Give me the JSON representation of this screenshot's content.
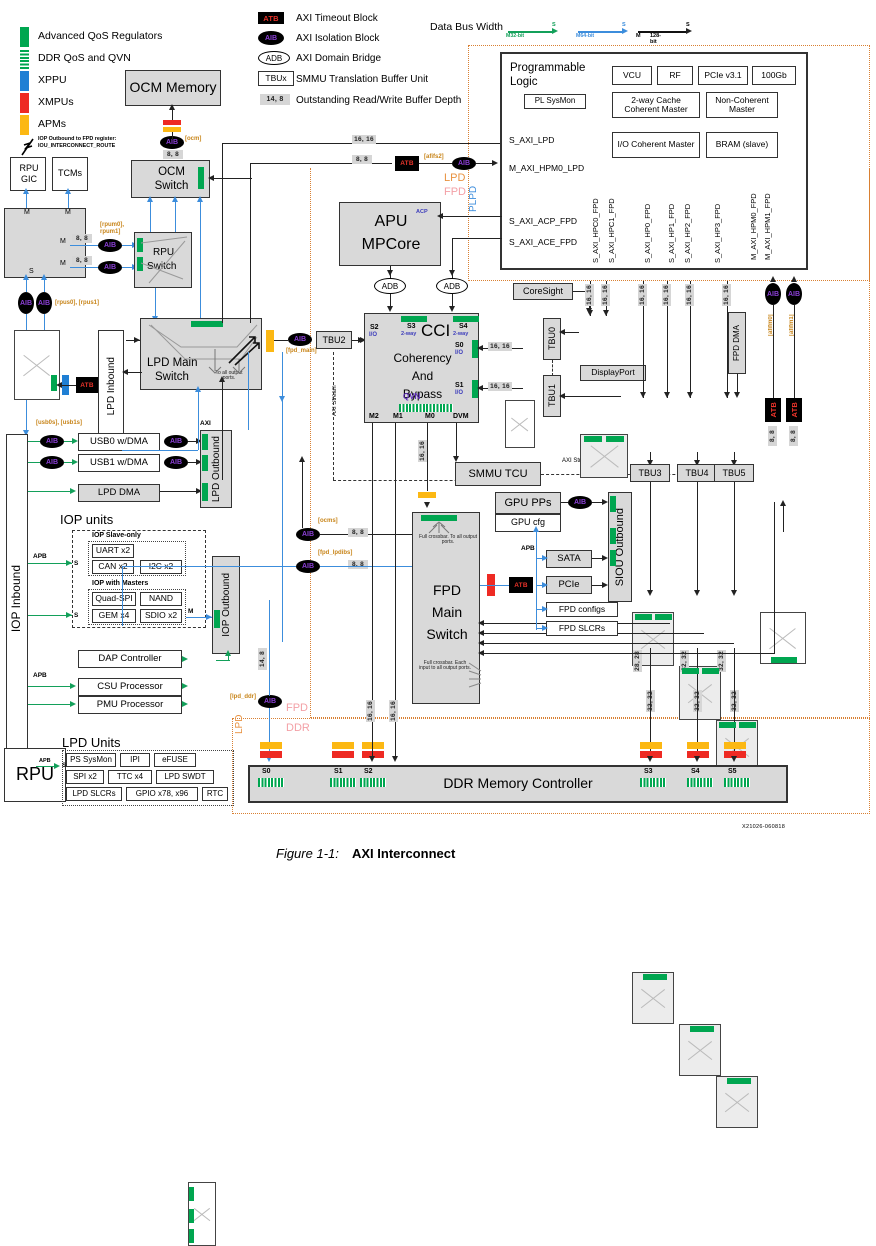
{
  "figure": {
    "number": "Figure 1-1:",
    "title": "AXI Interconnect",
    "id": "X21026-060818"
  },
  "legend_left": {
    "items": [
      {
        "label": "Advanced QoS Regulators",
        "swatch": "green",
        "icon": "green-bar-icon"
      },
      {
        "label": "DDR QoS and QVN",
        "swatch": "qvn",
        "icon": "qvn-hatch-icon"
      },
      {
        "label": "XPPU",
        "swatch": "blue",
        "icon": "blue-bar-icon"
      },
      {
        "label": "XMPUs",
        "swatch": "red",
        "icon": "red-bar-icon"
      },
      {
        "label": "APMs",
        "swatch": "yellow",
        "icon": "yellow-bar-icon"
      }
    ],
    "footnote_line1": "IOP Outbound to FPD register:",
    "footnote_line2": "IOU_INTERCONNECT_ROUTE",
    "footnote_icon": "lightning-slash-icon"
  },
  "legend_mid": {
    "items": [
      {
        "badge": "ATB",
        "label": "AXI Timeout Block",
        "icon": "atb-icon"
      },
      {
        "badge": "AIB",
        "label": "AXI Isolation Block",
        "icon": "aib-icon"
      },
      {
        "badge": "ADB",
        "label": "AXI Domain Bridge",
        "icon": "adb-icon"
      },
      {
        "badge": "TBUx",
        "label": "SMMU Translation Buffer Unit",
        "icon": "tbu-icon"
      },
      {
        "badge": "14, 8",
        "label": "Outstanding Read/Write Buffer Depth",
        "icon": "depth-icon"
      }
    ]
  },
  "legend_bus": {
    "title": "Data Bus Width",
    "entries": [
      {
        "master": "M",
        "width": "32-bit",
        "slave": "S",
        "color": "#13a05a"
      },
      {
        "master": "M",
        "width": "64-bit",
        "slave": "S",
        "color": "#3c8ddc"
      },
      {
        "master": "M",
        "width": "128-bit",
        "slave": "S",
        "color": "#111111"
      }
    ]
  },
  "domains": {
    "lpd": "LPD",
    "fpd": "FPD",
    "ddr": "DDR",
    "plpd": "PLPD"
  },
  "pl": {
    "title_line1": "Programmable",
    "title_line2": "Logic",
    "sysmon": "PL SysMon",
    "blocks_row1": [
      "VCU",
      "RF",
      "PCIe v3.1",
      "100Gb"
    ],
    "blocks_row2": [
      "2-way Cache Coherent Master",
      "Non-Coherent Master"
    ],
    "blocks_row3": [
      "I/O Coherent Master",
      "BRAM (slave)"
    ],
    "ports_left": [
      "S_AXI_LPD",
      "M_AXI_HPM0_LPD",
      "S_AXI_ACP_FPD",
      "S_AXI_ACE_FPD"
    ],
    "ports_bottom": [
      "S_AXI_HPC0_FPD",
      "S_AXI_HPC1_FPD",
      "S_AXI_HP0_FPD",
      "S_AXI_HP1_FPD",
      "S_AXI_HP2_FPD",
      "S_AXI_HP3_FPD",
      "M_AXI_HPM0_FPD",
      "M_AXI_HPM1_FPD"
    ]
  },
  "blocks": {
    "ocm_memory": "OCM Memory",
    "ocm_switch_line1": "OCM",
    "ocm_switch_line2": "Switch",
    "rpu_gic_line1": "RPU",
    "rpu_gic_line2": "GIC",
    "tcms": "TCMs",
    "rpu_switch_line1": "RPU",
    "rpu_switch_line2": "Switch",
    "lpd_main_line1": "LPD Main",
    "lpd_main_line2": "Switch",
    "lpd_inbound": "LPD Inbound",
    "lpd_outbound": "LPD Outbound",
    "iop_inbound": "IOP Inbound",
    "iop_outbound": "IOP Outbound",
    "siou_outbound": "SIOU Outbound",
    "apu_line1": "APU",
    "apu_line2": "MPCore",
    "apu_acp_tag": "ACP",
    "cci_line1": "CCI",
    "cci_line2": "Coherency",
    "cci_line3": "And",
    "cci_line4": "Bypass",
    "smmu_tcu": "SMMU TCU",
    "coresight": "CoreSight",
    "displayport": "DisplayPort",
    "fpd_dma": "FPD DMA",
    "fpd_main_line1": "FPD",
    "fpd_main_line2": "Main",
    "fpd_main_line3": "Switch",
    "gpu_pps": "GPU PPs",
    "gpu_cfg": "GPU cfg",
    "sata": "SATA",
    "pcie": "PCIe",
    "fpd_configs": "FPD configs",
    "fpd_slcrs": "FPD SLCRs",
    "ddr_controller": "DDR Memory Controller",
    "rpu_big": "RPU",
    "usb0": "USB0 w/DMA",
    "usb1": "USB1 w/DMA",
    "lpd_dma": "LPD DMA",
    "dap": "DAP Controller",
    "csu": "CSU Processor",
    "pmu": "PMU Processor"
  },
  "cci_ports": {
    "s2": "S2",
    "s2_sub": "I/O",
    "s3": "S3",
    "s3_sub": "2-way",
    "s4": "S4",
    "s4_sub": "2-way",
    "s0": "S0",
    "s0_sub": "I/O",
    "s1": "S1",
    "s1_sub": "I/O",
    "qvn": "QVN",
    "masters": [
      "M2",
      "M1",
      "M0",
      "DVM"
    ]
  },
  "tbus": [
    "TBU0",
    "TBU1",
    "TBU2",
    "TBU3",
    "TBU4",
    "TBU5"
  ],
  "iop_units": {
    "title": "IOP units",
    "slave_only_title": "IOP Slave-only",
    "slave_only": [
      "UART x2",
      "CAN x2",
      "I2C x2"
    ],
    "masters_title": "IOP with Masters",
    "masters": [
      "Quad-SPI",
      "NAND",
      "GEM x4",
      "SDIO x2"
    ]
  },
  "lpd_units": {
    "title": "LPD Units",
    "items": [
      "PS SysMon",
      "IPI",
      "eFUSE",
      "SPI x2",
      "TTC x4",
      "LPD SWDT",
      "LPD SLCRs",
      "GPIO x78, x96",
      "RTC"
    ]
  },
  "ddr_ports": [
    "S0",
    "S1",
    "S2",
    "S3",
    "S4",
    "S5"
  ],
  "annotations": {
    "axi_stream_1": "AXI Stream",
    "axi_stream_2": "AXI Stream",
    "axi": "AXI",
    "apb": "APB",
    "m": "M",
    "s": "S",
    "full_crossbar_1": "Full crossbar. To all output ports.",
    "full_crossbar_2": "Full crossbar. Each input to all output ports.",
    "to_all_output": "To all output ports."
  },
  "widths": {
    "w16_16": "16, 16",
    "w8_8": "8, 8",
    "w14_8": "14, 8",
    "w28_28": "28, 28",
    "w32_32": "32, 32"
  },
  "tags": {
    "ocm": "[ocm]",
    "rpum": "[rpum0], rpum1]",
    "rpus": "[rpus0], [rpus1]",
    "afifs2": "[afifs2]",
    "afifm0": "[afifm0]",
    "afifm1": "[afifm1]",
    "fpd_main": "[fpd_main]",
    "ocms": "[ocms]",
    "fpd_lpdibs": "[fpd_lpdibs]",
    "lpd_ddr": "[lpd_ddr]",
    "usb": "[usb0s], [usb1s]"
  },
  "colors": {
    "qos_green": "#00a650",
    "xppu_blue": "#1f7fd4",
    "xmpu_red": "#ee2a23",
    "apm_yellow": "#fcb813",
    "domain_orange": "#d98032",
    "fpd_pink": "#f3a0a6",
    "block_grey": "#d9d9d9"
  }
}
